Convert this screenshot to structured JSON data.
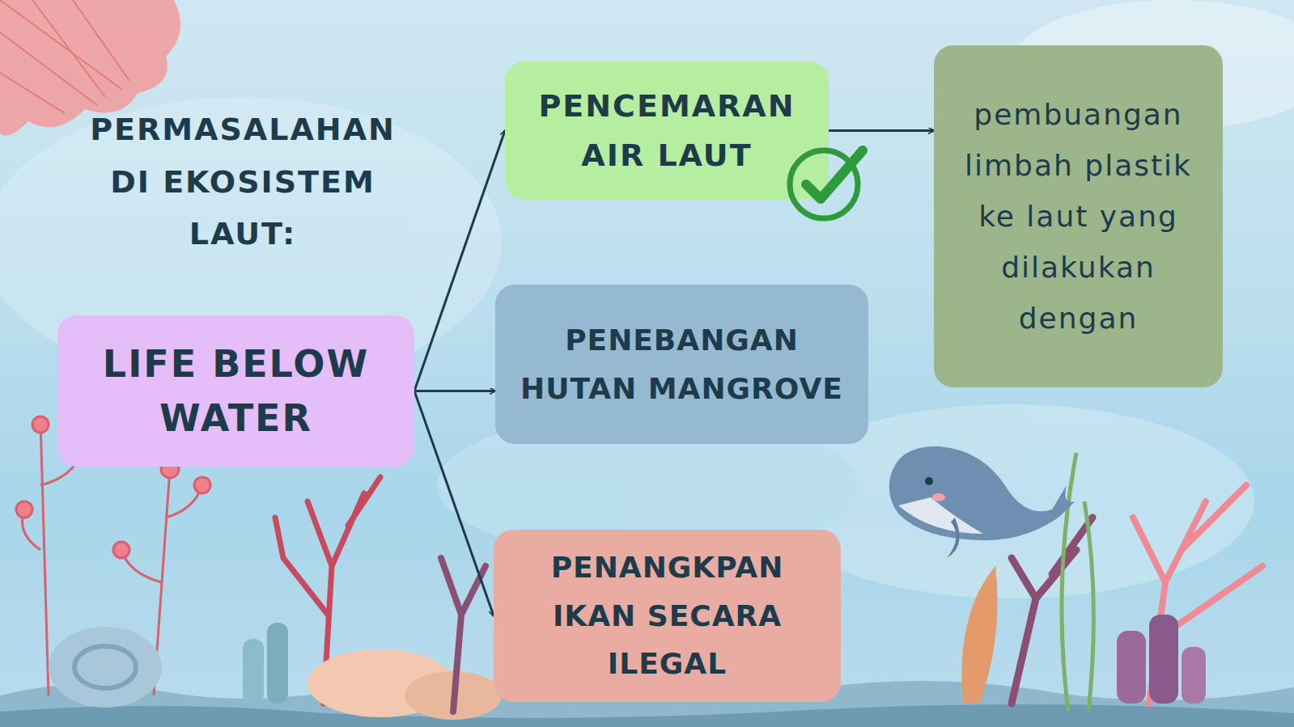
{
  "diagram": {
    "title": "PERMASALAHAN DI EKOSISTEM LAUT:",
    "nodes": [
      {
        "text": [
          "LIFE BELOW WATER"
        ]
      },
      {
        "text": [
          "PENCEMARAN AIR LAUT"
        ]
      },
      {
        "text": [
          "PENEBANGAN HUTAN MANGROVE"
        ]
      },
      {
        "text": [
          "PENANGKPAN IKAN SECARA ILEGAL"
        ]
      },
      {
        "text": [
          "pembuangan limbah plastik ke laut yang dilakukan dengan"
        ]
      }
    ],
    "edges": [
      {
        "from": 0,
        "to": 1,
        "arrow": "to"
      },
      {
        "from": 0,
        "to": 2,
        "arrow": "to"
      },
      {
        "from": 0,
        "to": 3,
        "arrow": "to"
      },
      {
        "from": 1,
        "to": 4,
        "arrow": "to"
      }
    ]
  }
}
